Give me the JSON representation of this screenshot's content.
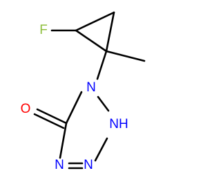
{
  "colors": {
    "background": "#ffffff",
    "bond": "#000000",
    "carbon": "#000000",
    "fluorine": "#8fbf3f",
    "oxygen": "#ff0000",
    "nitrogen": "#0000ff"
  },
  "labels": {
    "fluorine": "F",
    "oxygen": "O",
    "nitrogen_n1": "N",
    "nitrogen_nh": "NH",
    "nitrogen_n3": "N",
    "nitrogen_n4": "N"
  }
}
